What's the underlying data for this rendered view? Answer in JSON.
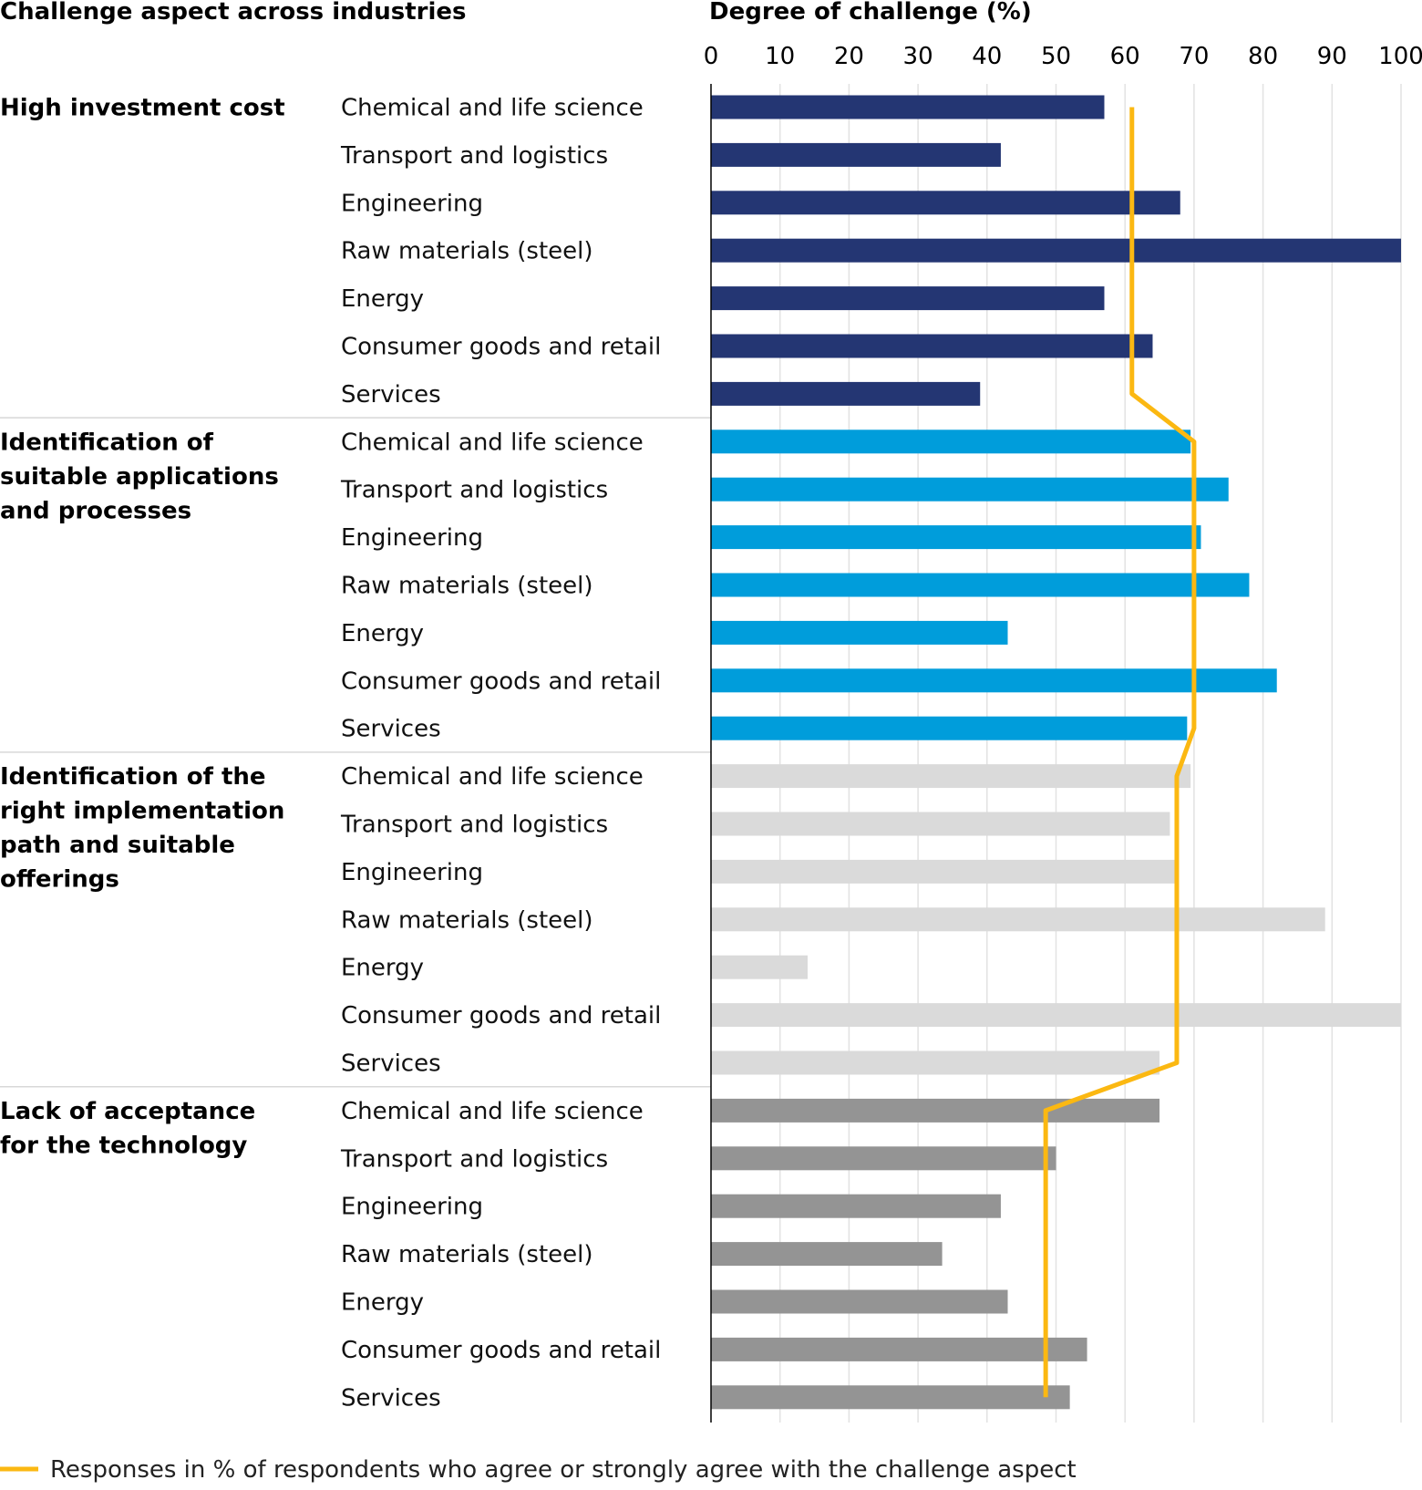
{
  "chart_data": {
    "type": "bar",
    "orientation": "horizontal",
    "title_left": "Challenge aspect across industries",
    "title_right": "Degree of challenge (%)",
    "xlim": [
      0,
      100
    ],
    "xticks": [
      "0",
      "10",
      "20",
      "30",
      "40",
      "50",
      "60",
      "70",
      "80",
      "90",
      "100"
    ],
    "grid": true,
    "categories": [
      "Chemical and life science",
      "Transport and logistics",
      "Engineering",
      "Raw materials (steel)",
      "Energy",
      "Consumer goods and retail",
      "Services"
    ],
    "groups": [
      {
        "name_lines": [
          "High investment cost"
        ],
        "color": "#243673",
        "values": [
          57,
          42,
          68,
          100,
          57,
          64,
          39
        ],
        "agree_pct": 61
      },
      {
        "name_lines": [
          "Identification of",
          "suitable applications",
          "and processes"
        ],
        "color": "#009ddb",
        "values": [
          69.5,
          75,
          71,
          78,
          43,
          82,
          69
        ],
        "agree_pct": 70
      },
      {
        "name_lines": [
          "Identification of the",
          "right implementation",
          "path and suitable",
          "offerings"
        ],
        "color": "#dadada",
        "values": [
          69.5,
          66.5,
          67.5,
          89,
          14,
          100,
          65
        ],
        "agree_pct": 67.5
      },
      {
        "name_lines": [
          "Lack of acceptance",
          "for the technology"
        ],
        "color": "#949494",
        "values": [
          65,
          50,
          42,
          33.5,
          43,
          54.5,
          52
        ],
        "agree_pct": 48.5
      }
    ],
    "line_color": "#fbb812",
    "legend": "Responses in % of respondents who agree or strongly agree with the challenge aspect",
    "legend_position": "bottom-left"
  }
}
